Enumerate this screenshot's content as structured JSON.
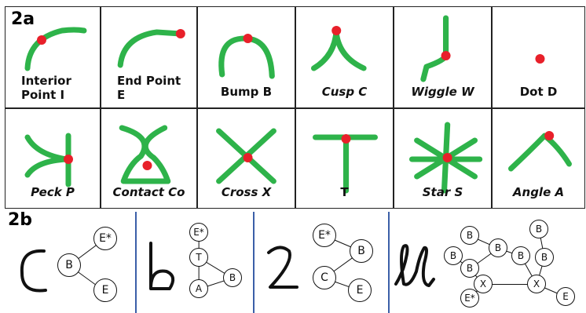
{
  "section_a": {
    "tag": "2a",
    "cells": [
      {
        "name": "interior-point",
        "line1": "Interior",
        "line2": "Point I"
      },
      {
        "name": "end-point",
        "line1": "End Point",
        "line2": "E"
      },
      {
        "name": "bump",
        "line1": "Bump B",
        "line2": ""
      },
      {
        "name": "cusp",
        "line1": "Cusp C",
        "line2": ""
      },
      {
        "name": "wiggle",
        "line1": "Wiggle W",
        "line2": ""
      },
      {
        "name": "dot",
        "line1": "Dot D",
        "line2": ""
      },
      {
        "name": "peck",
        "line1": "Peck P",
        "line2": ""
      },
      {
        "name": "contact",
        "line1": "Contact Co",
        "line2": ""
      },
      {
        "name": "cross",
        "line1": "Cross X",
        "line2": ""
      },
      {
        "name": "t-junction",
        "line1": "T",
        "line2": ""
      },
      {
        "name": "star",
        "line1": "Star S",
        "line2": ""
      },
      {
        "name": "angle",
        "line1": "Angle A",
        "line2": ""
      }
    ]
  },
  "section_b": {
    "tag": "2b",
    "panels": [
      {
        "glyph": "C",
        "nodes": [
          "E*",
          "B",
          "E"
        ]
      },
      {
        "glyph": "b",
        "nodes": [
          "E*",
          "T",
          "B",
          "A"
        ]
      },
      {
        "glyph": "2",
        "nodes": [
          "E*",
          "B",
          "C",
          "E"
        ]
      },
      {
        "glyph": "ll",
        "nodes": [
          "B",
          "B",
          "B",
          "B",
          "B",
          "X",
          "B",
          "E*",
          "B",
          "X",
          "E"
        ]
      }
    ]
  },
  "colors": {
    "stroke": "#2eb34a",
    "point": "#e8202a",
    "border": "#222222",
    "separator": "#3b5fa8"
  }
}
